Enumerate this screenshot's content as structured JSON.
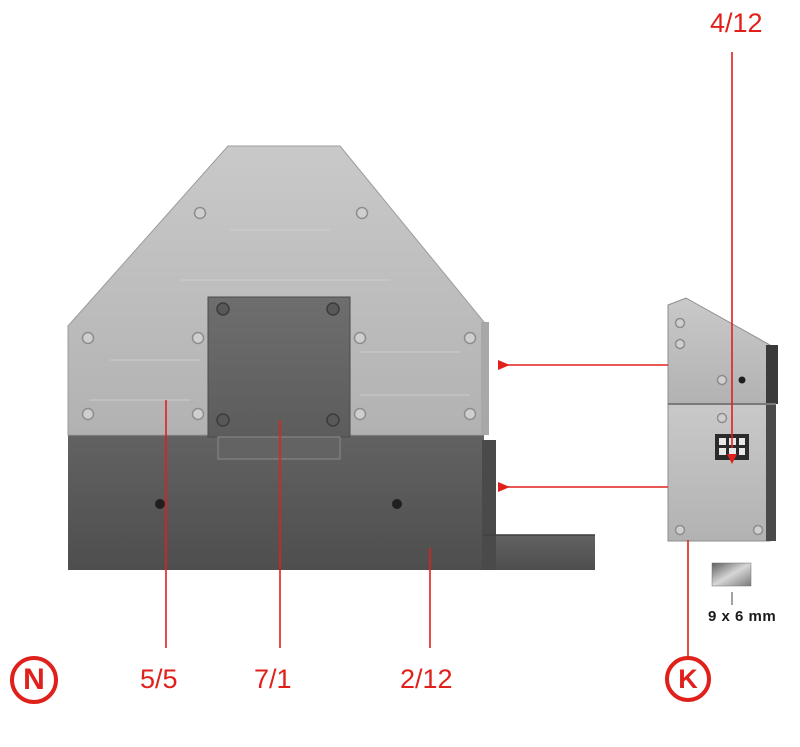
{
  "callouts": {
    "top_right": "4/12",
    "bottom_1": "5/5",
    "bottom_2": "7/1",
    "bottom_3": "2/12"
  },
  "dimension": "9 x 6 mm",
  "badges": {
    "left": "N",
    "right": "K"
  },
  "colors": {
    "annotation": "#e0201b",
    "light_metal": "#bdbdbd",
    "dark_metal": "#565656"
  }
}
